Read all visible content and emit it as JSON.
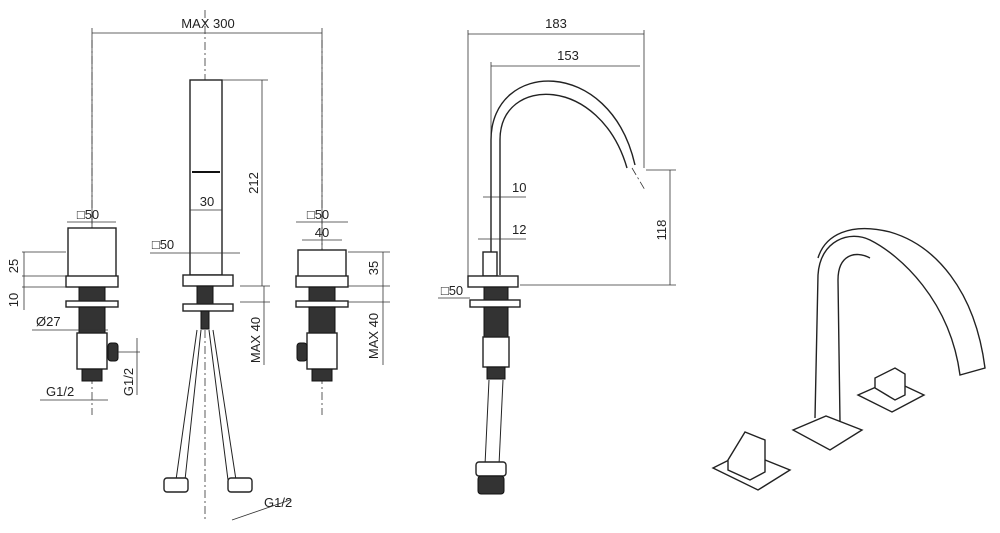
{
  "title": "Three-hole basin mixer technical drawing",
  "front_view": {
    "max_width": "MAX 300",
    "left_handle": {
      "square": "□50",
      "height": "25",
      "plate": "10",
      "diameter": "Ø27",
      "connection_bottom": "G1/2",
      "connection_side": "G1/2"
    },
    "spout": {
      "height": "212",
      "column": "30",
      "square": "□50",
      "max_deck": "MAX 40",
      "hose_connection": "G1/2"
    },
    "right_handle": {
      "square": "□50",
      "inner": "40",
      "height": "35",
      "max_deck": "MAX 40"
    }
  },
  "side_view": {
    "total_reach": "183",
    "spout_reach": "153",
    "tube": "10",
    "lever": "12",
    "outlet_height": "118",
    "square": "□50"
  }
}
